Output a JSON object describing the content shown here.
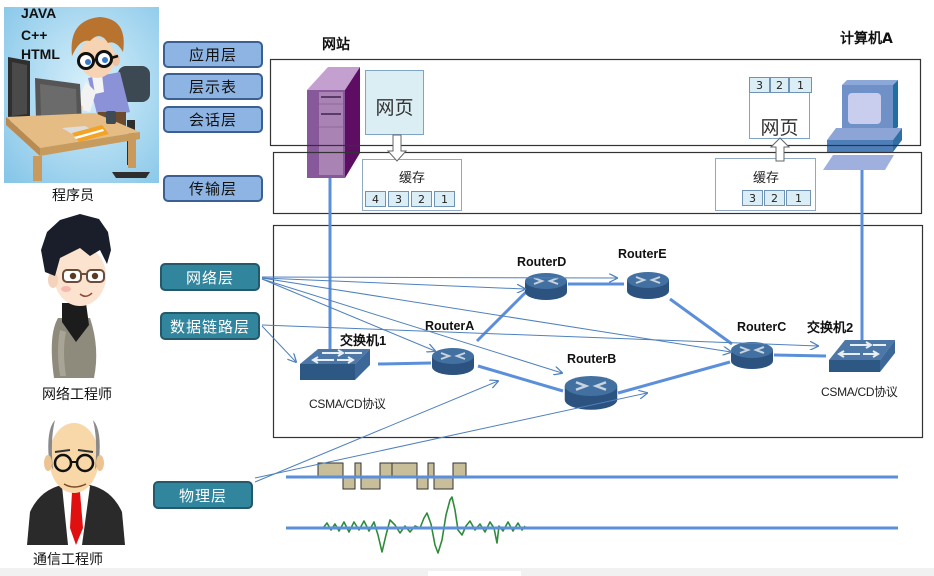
{
  "people": {
    "programmer": {
      "caption": "程序员",
      "skills": [
        "JAVA",
        "C++",
        "HTML"
      ]
    },
    "network_engineer": {
      "caption": "网络工程师"
    },
    "communication_engineer": {
      "caption": "通信工程师"
    }
  },
  "layers": {
    "application": "应用层",
    "presentation": "层示表",
    "session": "会话层",
    "transport": "传输层",
    "network": "网络层",
    "data_link": "数据链路层",
    "physical": "物理层"
  },
  "website": {
    "title": "网站",
    "page_label": "网页",
    "buffer": {
      "label": "缓存",
      "segments": [
        "4",
        "3",
        "2",
        "1"
      ]
    }
  },
  "computer": {
    "title": "计算机A",
    "page_label": "网页",
    "page_segments": [
      "3",
      "2",
      "1"
    ],
    "buffer": {
      "label": "缓存",
      "segments": [
        "3",
        "2",
        "1"
      ]
    }
  },
  "network": {
    "switches": [
      {
        "name": "交换机1",
        "protocol": "CSMA/CD协议"
      },
      {
        "name": "交换机2",
        "protocol": "CSMA/CD协议"
      }
    ],
    "routers": {
      "a": "RouterA",
      "b": "RouterB",
      "c": "RouterC",
      "d": "RouterD",
      "e": "RouterE"
    },
    "links": [
      [
        "网站",
        "交换机1"
      ],
      [
        "交换机1",
        "RouterA"
      ],
      [
        "RouterA",
        "RouterD"
      ],
      [
        "RouterD",
        "RouterE"
      ],
      [
        "RouterE",
        "RouterC"
      ],
      [
        "RouterA",
        "RouterB"
      ],
      [
        "RouterB",
        "RouterC"
      ],
      [
        "RouterC",
        "交换机2"
      ],
      [
        "交换机2",
        "计算机A"
      ]
    ]
  },
  "colors": {
    "upper_layer_fill": "#8DB4E2",
    "lower_layer_fill": "#31859C",
    "link_blue": "#5B8FD9",
    "annotation_blue": "#4F81BD",
    "server_purple": "#87599A",
    "device_blue": "#2E5884",
    "signal_green": "#2E8B3A",
    "bit_block": "#C8BE9A"
  }
}
